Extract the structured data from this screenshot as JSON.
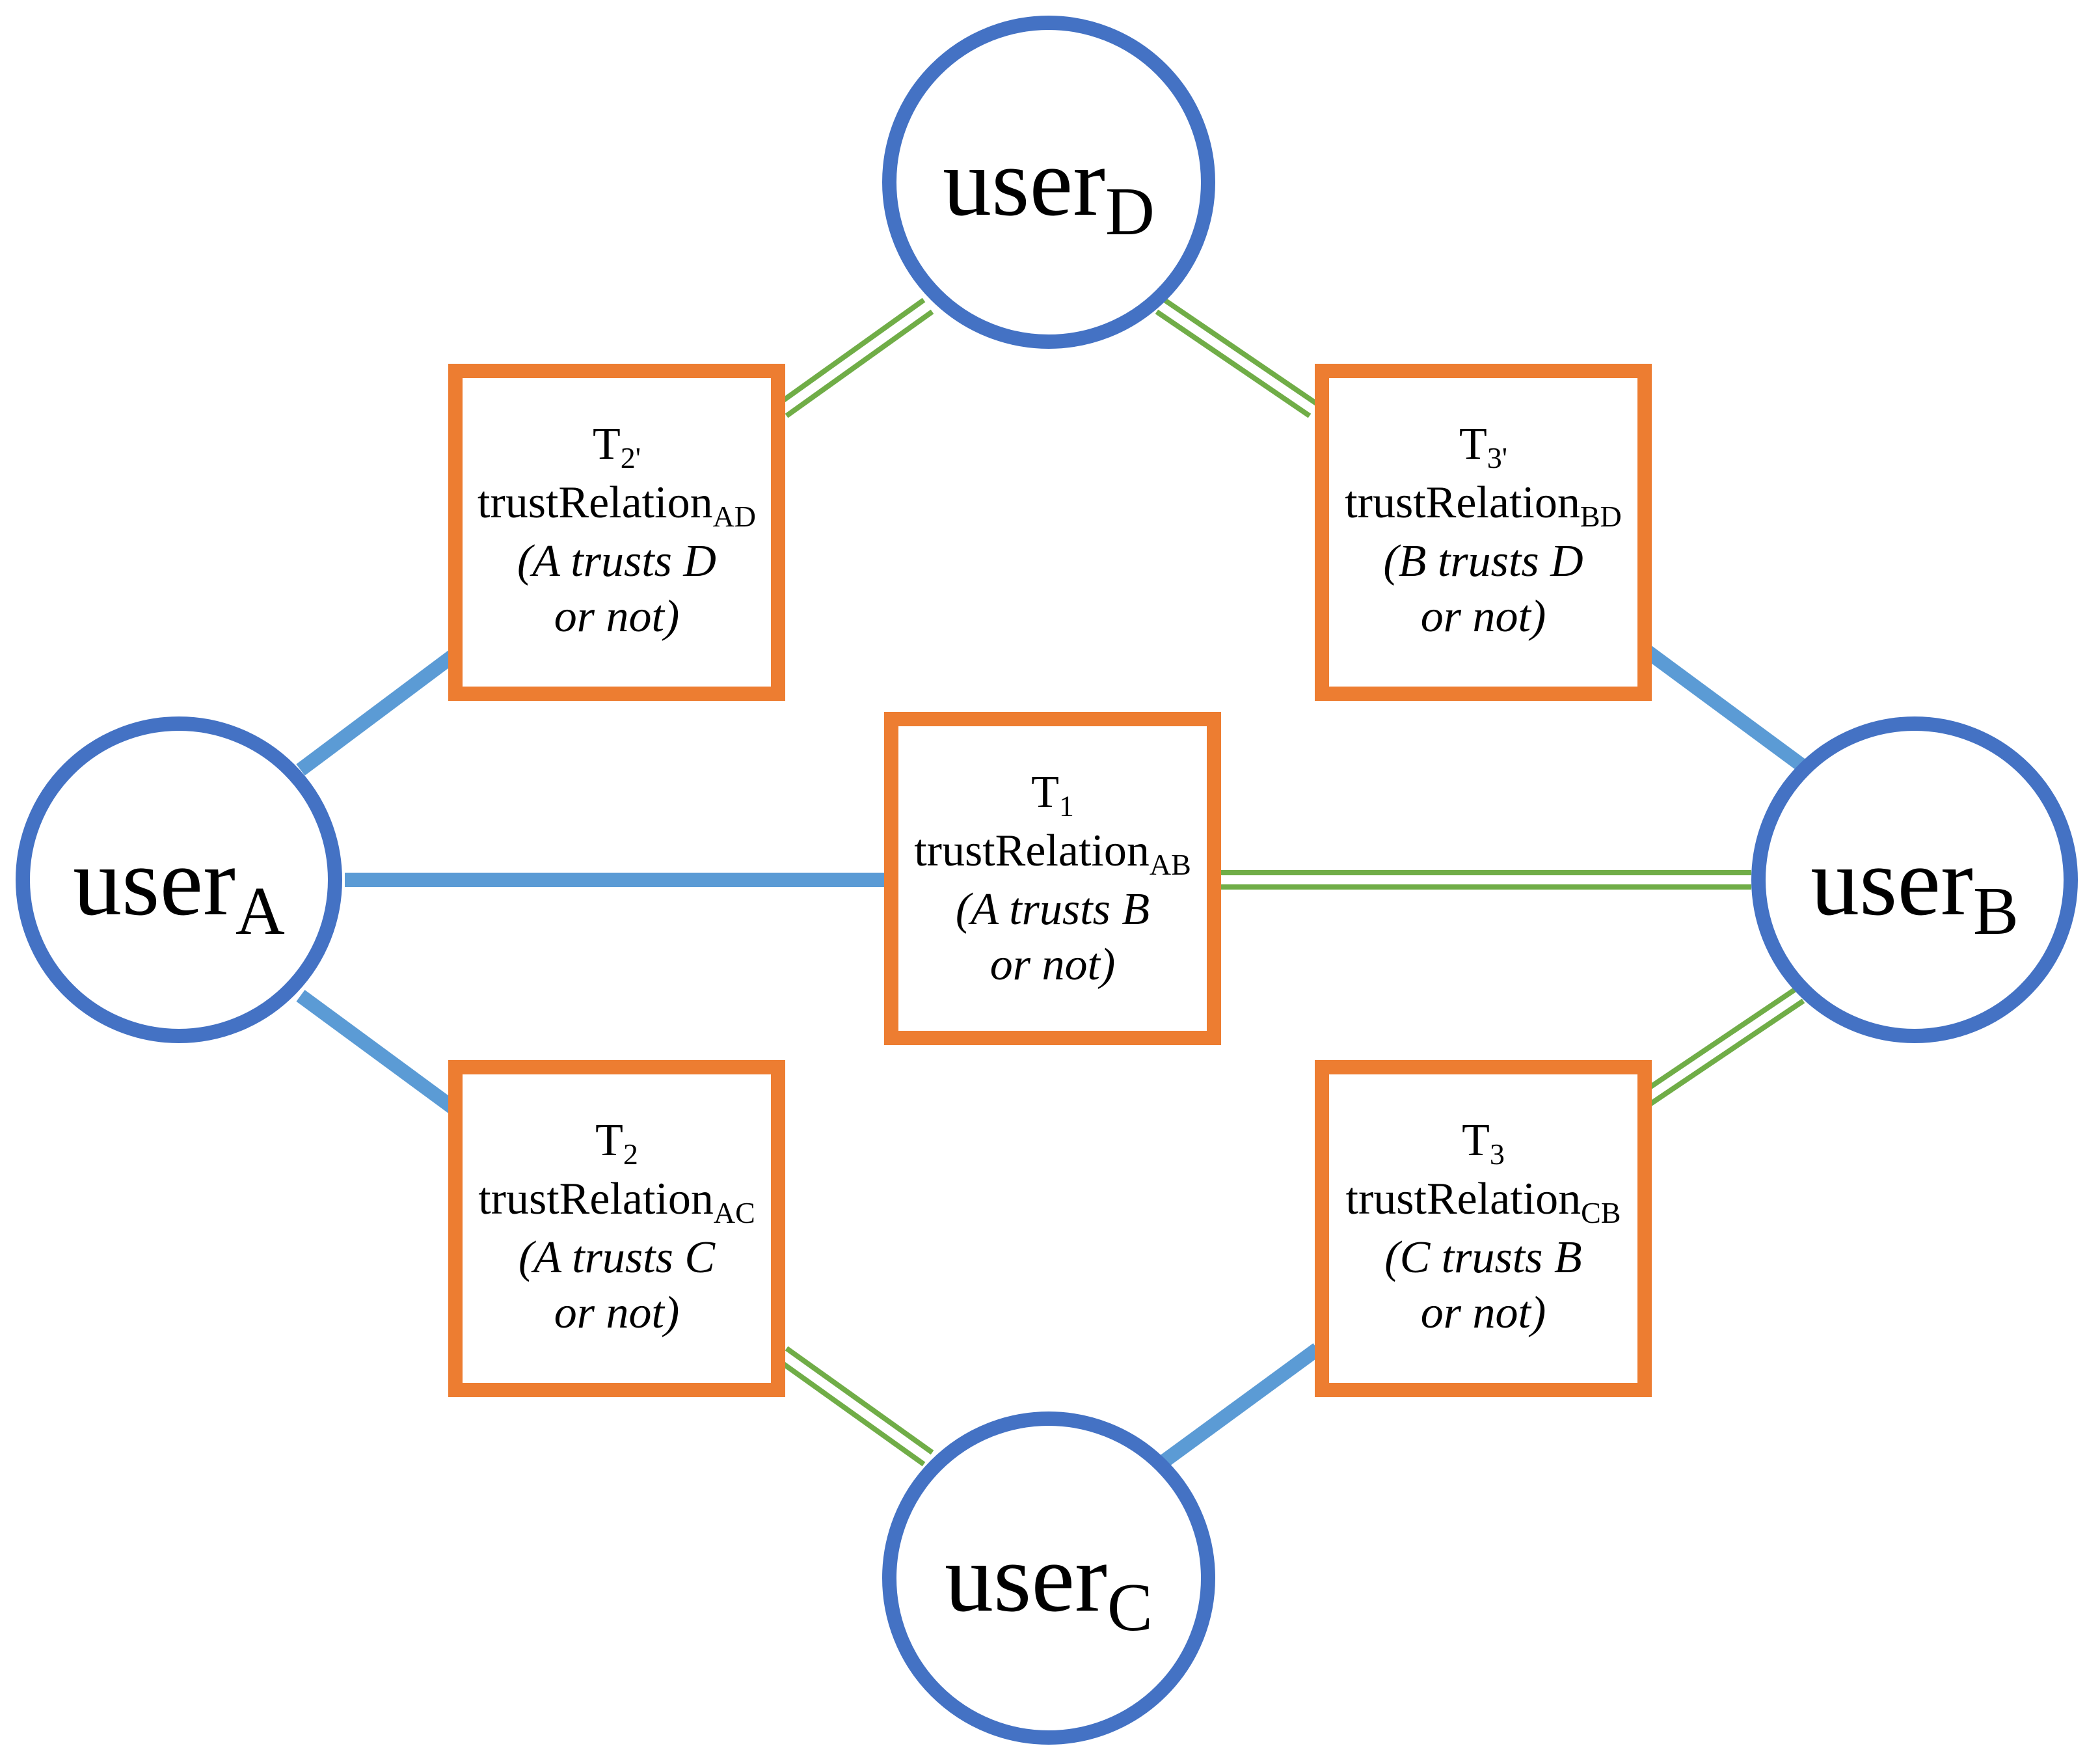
{
  "colors": {
    "user_circle": "#4472C4",
    "relation_box": "#ED7D31",
    "edge_solid": "#5B9BD5",
    "edge_double": "#70AD47",
    "background": "#FFFFFF"
  },
  "users": {
    "A": {
      "base": "user",
      "sub": "A"
    },
    "B": {
      "base": "user",
      "sub": "B"
    },
    "C": {
      "base": "user",
      "sub": "C"
    },
    "D": {
      "base": "user",
      "sub": "D"
    }
  },
  "relations": {
    "T1": {
      "t_base": "T",
      "t_sub": "1",
      "name_base": "trustRelation",
      "name_sub": "AB",
      "desc1": "(A trusts B",
      "desc2": "or not)"
    },
    "T2": {
      "t_base": "T",
      "t_sub": "2",
      "name_base": "trustRelation",
      "name_sub": "AC",
      "desc1": "(A trusts C",
      "desc2": "or not)"
    },
    "T2p": {
      "t_base": "T",
      "t_sub": "2'",
      "name_base": "trustRelation",
      "name_sub": "AD",
      "desc1": "(A trusts D",
      "desc2": "or not)"
    },
    "T3": {
      "t_base": "T",
      "t_sub": "3",
      "name_base": "trustRelation",
      "name_sub": "CB",
      "desc1": "(C trusts B",
      "desc2": "or not)"
    },
    "T3p": {
      "t_base": "T",
      "t_sub": "3'",
      "name_base": "trustRelation",
      "name_sub": "BD",
      "desc1": "(B trusts D",
      "desc2": "or not)"
    }
  },
  "edges": [
    {
      "from": "A",
      "to": "T1",
      "style": "solid"
    },
    {
      "from": "T1",
      "to": "B",
      "style": "double"
    },
    {
      "from": "A",
      "to": "T2p",
      "style": "solid"
    },
    {
      "from": "T2p",
      "to": "D",
      "style": "double"
    },
    {
      "from": "D",
      "to": "T3p",
      "style": "double"
    },
    {
      "from": "T3p",
      "to": "B",
      "style": "solid"
    },
    {
      "from": "A",
      "to": "T2",
      "style": "solid"
    },
    {
      "from": "T2",
      "to": "C",
      "style": "double"
    },
    {
      "from": "C",
      "to": "T3",
      "style": "solid"
    },
    {
      "from": "T3",
      "to": "B",
      "style": "double"
    }
  ]
}
